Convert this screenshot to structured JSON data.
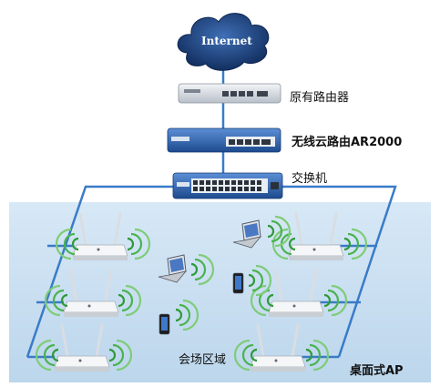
{
  "cloud": {
    "label": "Internet"
  },
  "devices": {
    "original_router": "原有路由器",
    "cloud_router": "无线云路由AR2000",
    "switch": "交换机"
  },
  "venue": {
    "area_label": "会场区域",
    "ap_label": "桌面式AP",
    "ap_count": 6,
    "client_devices": [
      "laptop",
      "laptop",
      "smartphone",
      "smartphone"
    ]
  },
  "icons": [
    "cloud-icon",
    "router-icon",
    "switch-icon",
    "access-point-icon",
    "laptop-icon",
    "smartphone-icon",
    "wifi-signal-icon"
  ],
  "colors": {
    "floor": "#c9dff0",
    "cable": "#3a7bc8",
    "cloud": "#1a3f78",
    "device": "#2d5fa8"
  }
}
